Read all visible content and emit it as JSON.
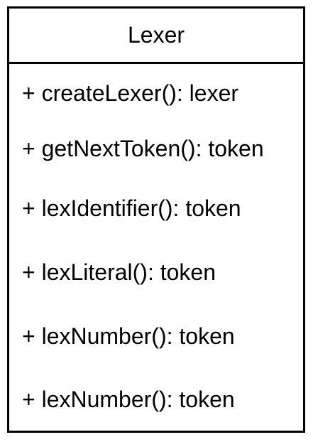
{
  "uml_class": {
    "name": "Lexer",
    "methods": [
      "+ createLexer(): lexer",
      "+ getNextToken(): token",
      "+ lexIdentifier(): token",
      "+ lexLiteral(): token",
      "+ lexNumber(): token",
      "+ lexNumber(): token"
    ]
  }
}
